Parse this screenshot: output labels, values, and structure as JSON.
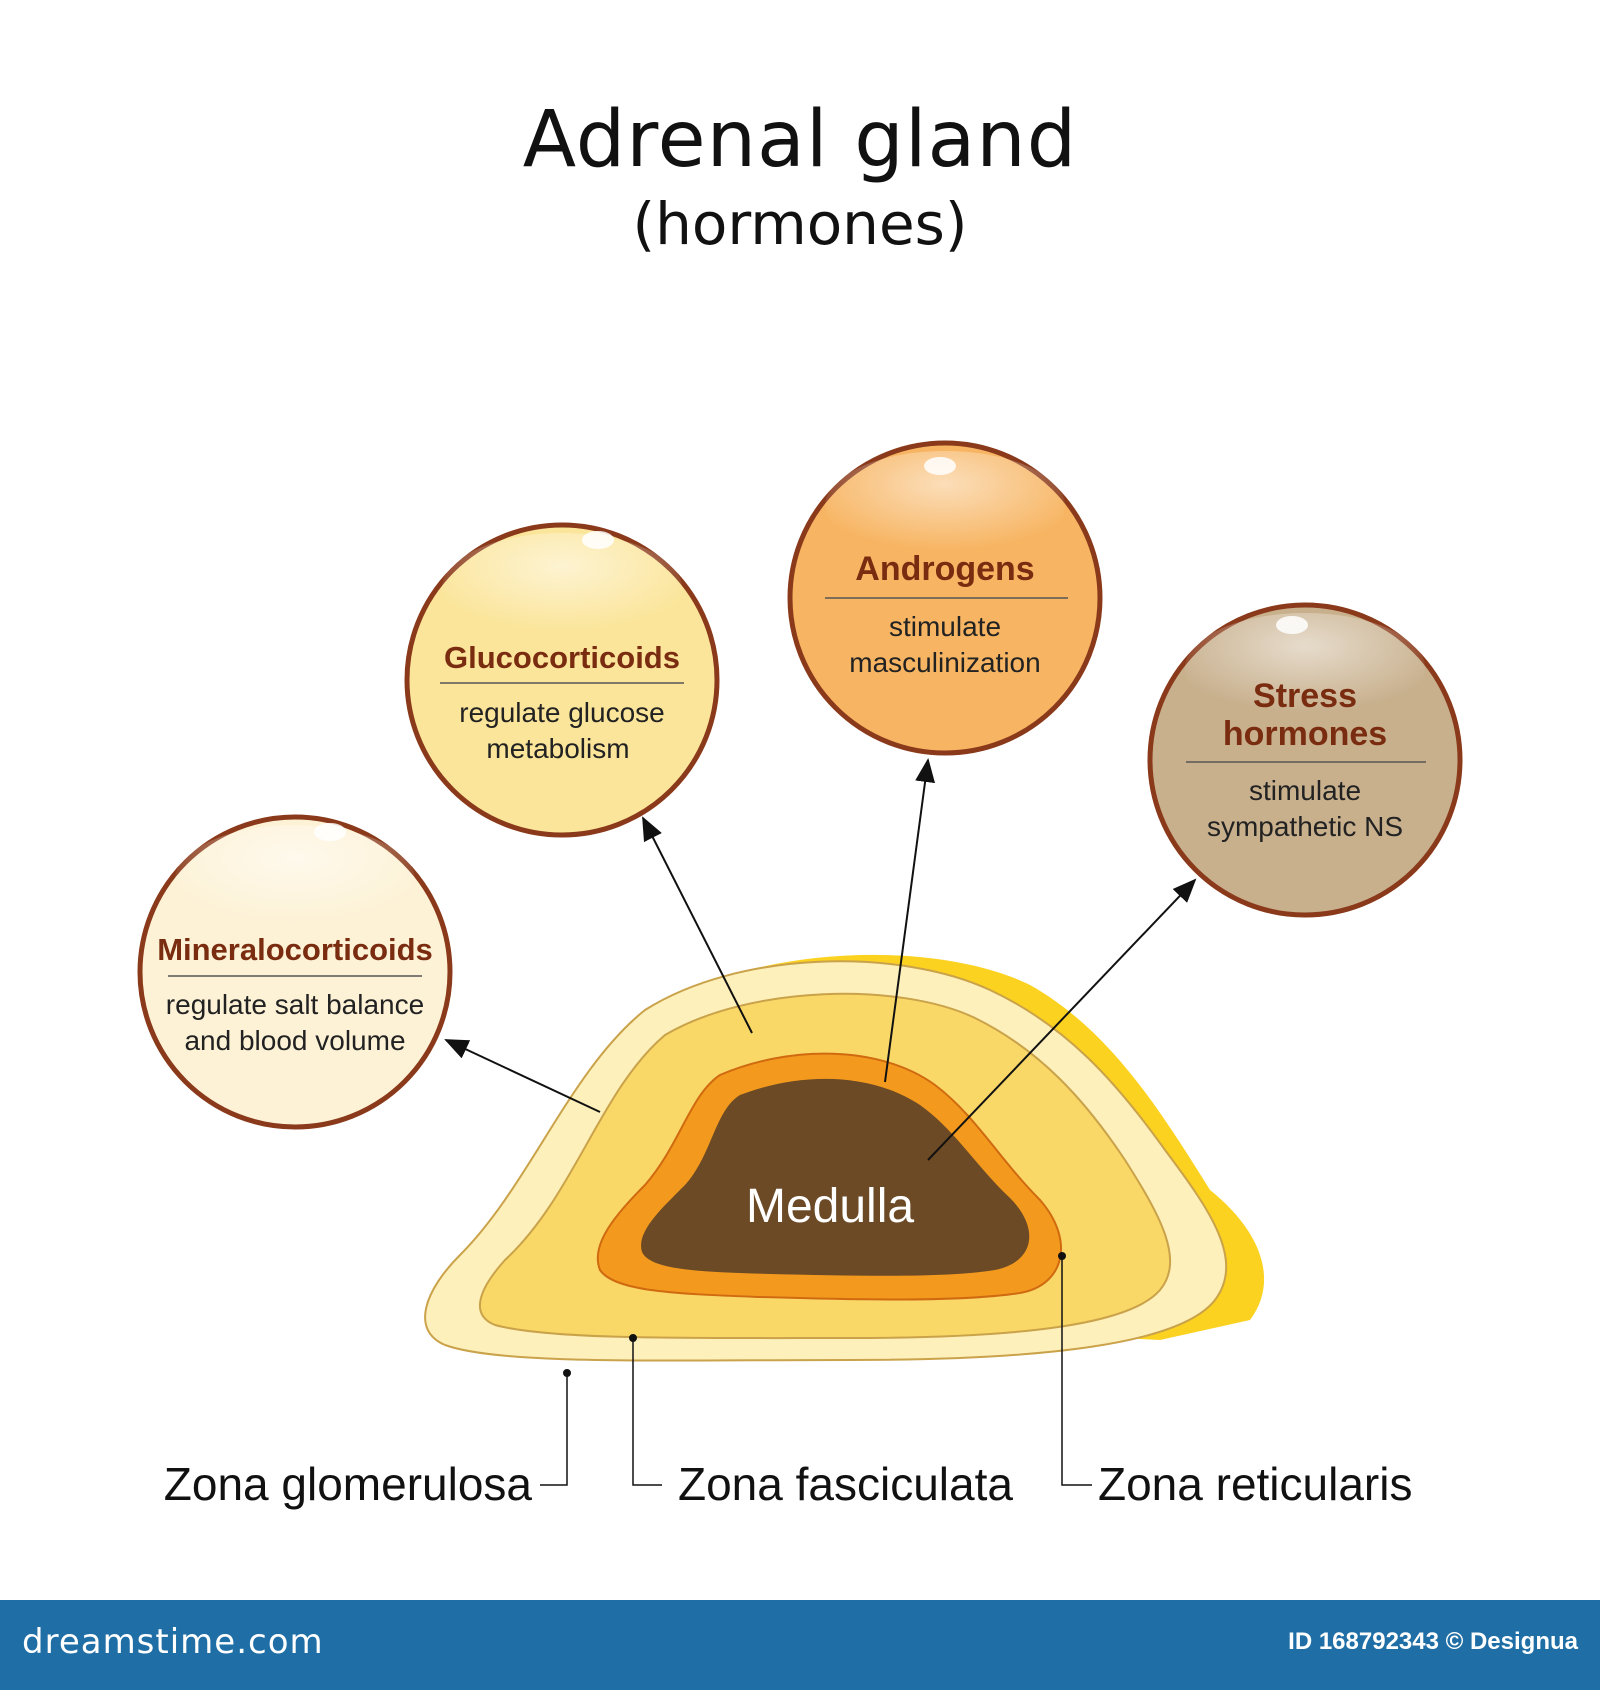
{
  "title": "Adrenal gland",
  "subtitle": "(hormones)",
  "bubbles": [
    {
      "name": "Mineralocorticoids",
      "desc_line1": "regulate salt balance",
      "desc_line2": "and blood volume"
    },
    {
      "name": "Glucocorticoids",
      "desc_line1": "regulate glucose",
      "desc_line2": "metabolism"
    },
    {
      "name": "Androgens",
      "desc_line1": "stimulate",
      "desc_line2": "masculinization"
    },
    {
      "name_line1": "Stress",
      "name_line2": "hormones",
      "desc_line1": "stimulate",
      "desc_line2": "sympathetic NS"
    }
  ],
  "medulla_label": "Medulla",
  "zones": {
    "glomerulosa": "Zona glomerulosa",
    "fasciculata": "Zona fasciculata",
    "reticularis": "Zona reticularis"
  },
  "colors": {
    "mineralocorticoids": "#fdf2d6",
    "glucocorticoids": "#fbe59a",
    "androgens": "#f7b563",
    "stress_hormones": "#c8b08d",
    "bubble_border": "#8a3a1a",
    "medulla": "#6b4a25",
    "reticularis": "#f39a1e",
    "fasciculata": "#f9d867",
    "glomerulosa": "#fdf0bb",
    "capsule_back": "#fbd21f"
  },
  "footer": {
    "brand": "dreamstime.com",
    "id_text": "ID 168792343 © Designua"
  }
}
